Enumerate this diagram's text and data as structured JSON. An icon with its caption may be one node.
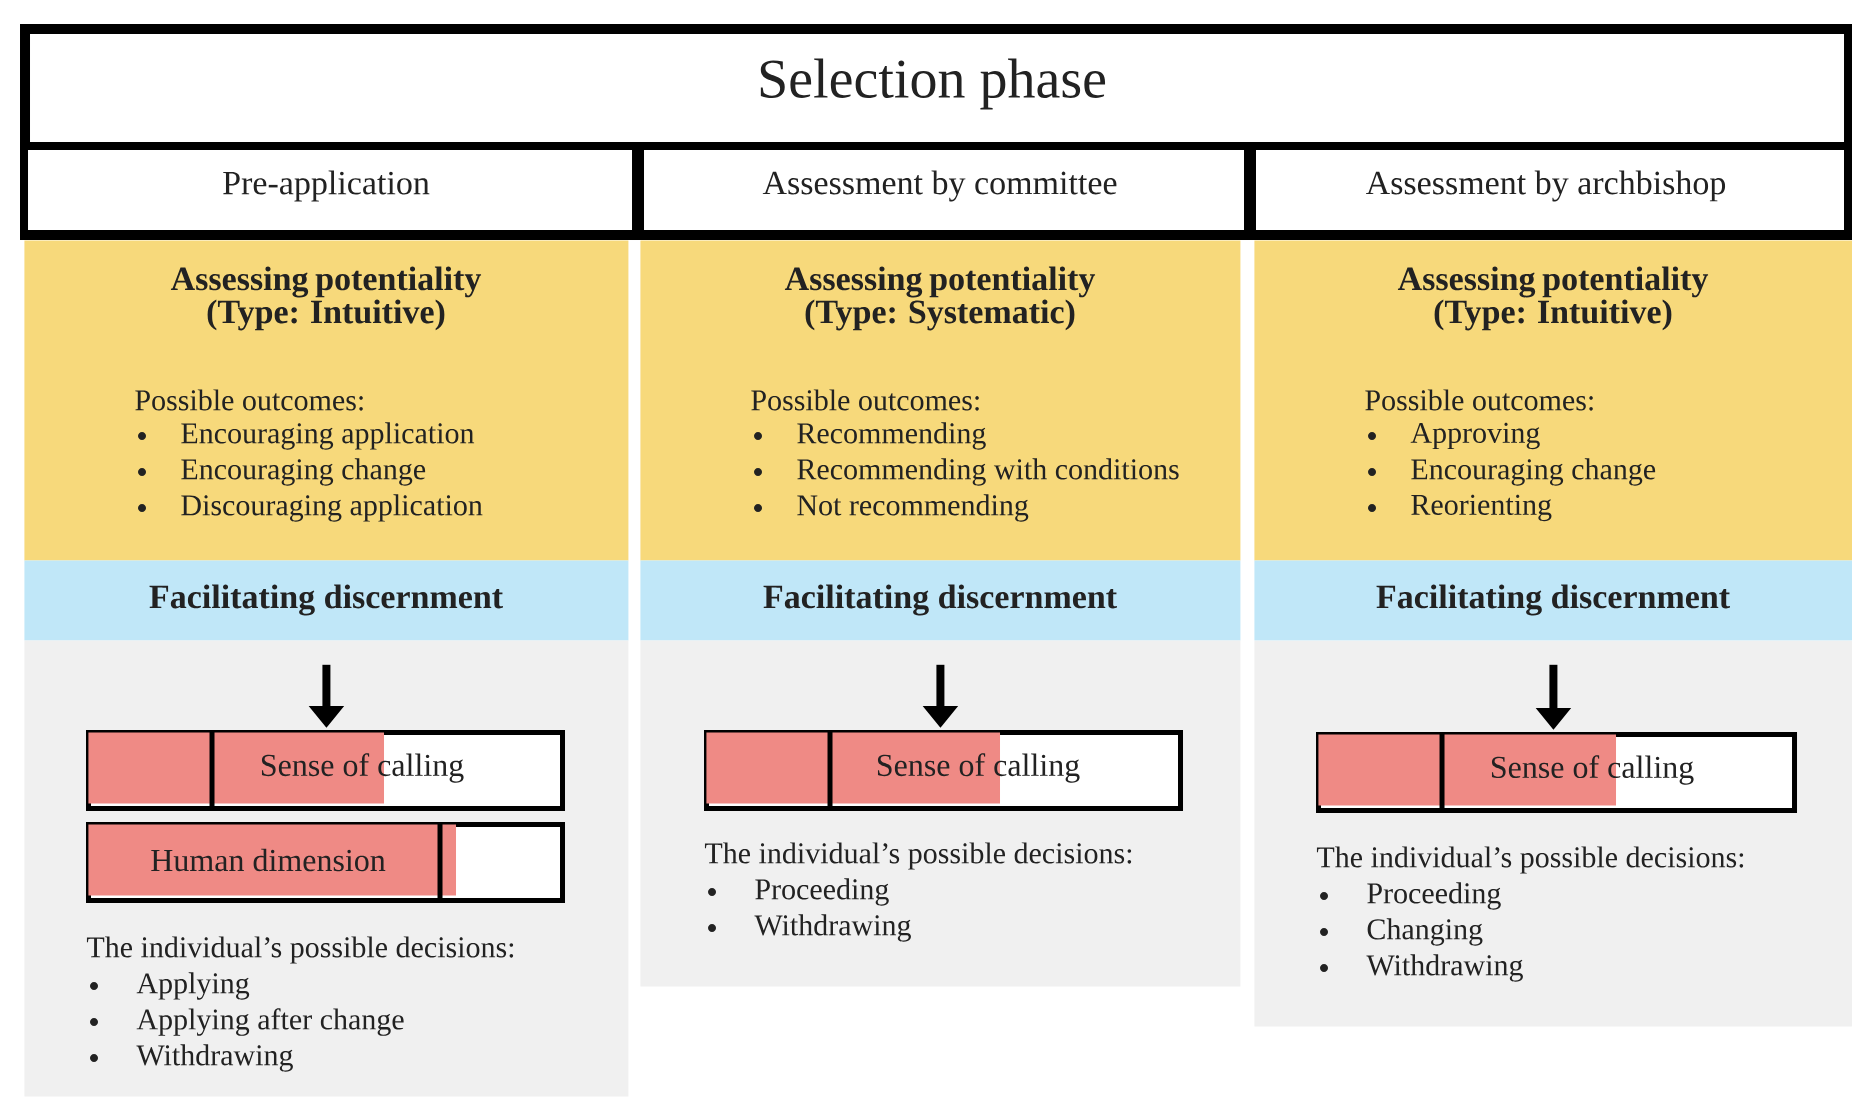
{
  "diagram": {
    "nodes": [
      {
        "text": [
          "Selection phase"
        ]
      },
      {
        "text": [
          "Pre-application"
        ],
        "in": 0
      },
      {
        "text": [
          "Assessing potentiality (Type: Intuitive)",
          "Possible outcomes:",
          "Encouraging application",
          "Encouraging change",
          "Discouraging application"
        ]
      },
      {
        "text": [
          "Facilitating discernment"
        ]
      },
      {
        "text": [
          "The individual’s possible decisions:",
          "Applying",
          "Applying after change",
          "Withdrawing"
        ]
      },
      {
        "text": [
          "Sense of calling"
        ],
        "in": 4
      },
      {
        "text": [
          "Human dimension"
        ],
        "in": 4
      },
      {
        "text": [
          "Assessment by committee"
        ],
        "in": 0
      },
      {
        "text": [
          "Assessing potentiality (Type: Systematic)",
          "Possible outcomes:",
          "Recommending",
          "Recommending with conditions",
          "Not recommending"
        ]
      },
      {
        "text": [
          "Facilitating discernment"
        ]
      },
      {
        "text": [
          "The individual’s possible decisions:",
          "Proceeding",
          "Withdrawing"
        ]
      },
      {
        "text": [
          "Sense of calling"
        ],
        "in": 10
      },
      {
        "text": [
          "Assessment by archbishop"
        ],
        "in": 0
      },
      {
        "text": [
          "Assessing potentiality (Type: Intuitive)",
          "Possible outcomes:",
          "Approving",
          "Encouraging change",
          "Reorienting"
        ]
      },
      {
        "text": [
          "Facilitating discernment"
        ]
      },
      {
        "text": [
          "The individual’s possible decisions:",
          "Proceeding",
          "Changing",
          "Withdrawing"
        ]
      },
      {
        "text": [
          "Sense of calling"
        ],
        "in": 15
      }
    ],
    "edges": [
      {
        "from": 3,
        "to": 5,
        "arrow": "to"
      },
      {
        "from": 9,
        "to": 11,
        "arrow": "to"
      },
      {
        "from": 14,
        "to": 16,
        "arrow": "to"
      }
    ]
  }
}
